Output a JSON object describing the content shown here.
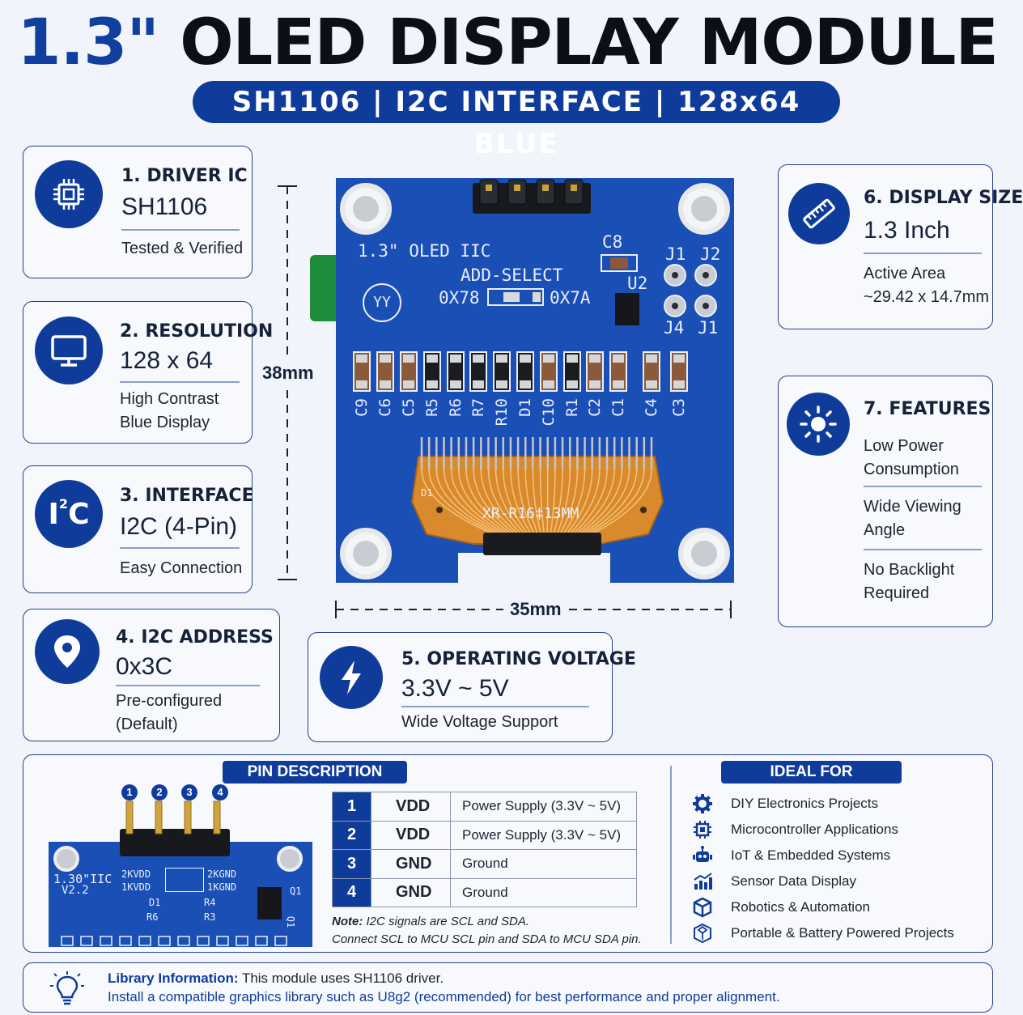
{
  "title": {
    "accent": "1.3\"",
    "main": "OLED DISPLAY MODULE"
  },
  "subtitle": "SH1106 | I2C INTERFACE | 128x64 BLUE",
  "cards": {
    "driver": {
      "heading": "1. DRIVER IC",
      "value": "SH1106",
      "note": "Tested & Verified",
      "icon": "chip-icon"
    },
    "resolution": {
      "heading": "2. RESOLUTION",
      "value": "128 x 64",
      "note_line1": "High Contrast",
      "note_line2": "Blue Display",
      "icon": "monitor-icon"
    },
    "interface": {
      "heading": "3. INTERFACE",
      "value": "I2C (4-Pin)",
      "note": "Easy Connection",
      "icon_text_main": "I",
      "icon_text_sup": "2",
      "icon_text_end": "C"
    },
    "address": {
      "heading": "4. I2C ADDRESS",
      "value": "0x3C",
      "note_line1": "Pre-configured",
      "note_line2": "(Default)",
      "icon": "location-pin-icon"
    },
    "voltage": {
      "heading": "5. OPERATING VOLTAGE",
      "value": "3.3V ~ 5V",
      "note": "Wide Voltage Support",
      "icon": "lightning-icon"
    },
    "display_size": {
      "heading": "6. DISPLAY SIZE",
      "value": "1.3 Inch",
      "note_line1": "Active Area",
      "note_line2": "~29.42 x 14.7mm",
      "icon": "ruler-icon"
    },
    "features": {
      "heading": "7. FEATURES",
      "icon": "sun-icon",
      "items": [
        {
          "line1": "Low Power",
          "line2": "Consumption"
        },
        {
          "line1": "Wide Viewing",
          "line2": "Angle"
        },
        {
          "line1": "No Backlight",
          "line2": "Required"
        }
      ]
    }
  },
  "module": {
    "height_label": "38mm",
    "width_label": "35mm",
    "silk": {
      "name": "1.3\" OLED IIC",
      "add_select": "ADD-SELECT",
      "addr_left": "0X78",
      "addr_right": "0X7A",
      "logo": "YY",
      "c8": "C8",
      "u2": "U2",
      "j1_top": "J1",
      "j2": "J2",
      "j4": "J4",
      "j1_bottom": "J1",
      "fpc": "XR-R16‡13MM",
      "fpc_left": "D1",
      "components": [
        "C9",
        "C6",
        "C5",
        "R5",
        "R6",
        "R7",
        "R10",
        "D1",
        "C10",
        "R1",
        "C2",
        "C1",
        "C4",
        "C3"
      ]
    }
  },
  "pin_description": {
    "heading": "PIN DESCRIPTION",
    "pin_numbers": [
      "1",
      "2",
      "3",
      "4"
    ],
    "board_silk": {
      "name": "1.30\"IIC",
      "version": "V2.2",
      "row1_left": "2KVDD",
      "row1_right": "2KGND",
      "row2_left": "1KVDD",
      "row2_right": "1KGND",
      "d1": "D1",
      "r4": "R4",
      "r6": "R6",
      "r3": "R3",
      "q1": "Q1",
      "q1_flip": "Q1"
    },
    "rows": [
      {
        "num": "1",
        "name": "VDD",
        "desc": "Power Supply (3.3V ~ 5V)"
      },
      {
        "num": "2",
        "name": "VDD",
        "desc": "Power Supply (3.3V ~ 5V)"
      },
      {
        "num": "3",
        "name": "GND",
        "desc": "Ground"
      },
      {
        "num": "4",
        "name": "GND",
        "desc": "Ground"
      }
    ],
    "note_label": "Note:",
    "note_line1": "I2C signals are SCL and SDA.",
    "note_line2": "Connect SCL to MCU SCL pin and SDA to MCU SDA pin."
  },
  "ideal_for": {
    "heading": "IDEAL FOR",
    "items": [
      {
        "label": "DIY Electronics Projects",
        "icon": "gear-icon"
      },
      {
        "label": "Microcontroller Applications",
        "icon": "chip-icon"
      },
      {
        "label": "IoT & Embedded Systems",
        "icon": "robot-icon"
      },
      {
        "label": "Sensor Data Display",
        "icon": "chart-icon"
      },
      {
        "label": "Robotics & Automation",
        "icon": "cube-icon"
      },
      {
        "label": "Portable & Battery Powered Projects",
        "icon": "box-icon"
      }
    ]
  },
  "library": {
    "label": "Library Information:",
    "line1": "This module uses SH1106 driver.",
    "line2": "Install a compatible graphics library such as U8g2 (recommended) for best performance and proper alignment.",
    "icon": "lightbulb-icon"
  },
  "colors": {
    "brand": "#0f3c9a",
    "board": "#1a4fb6",
    "text": "#16213a",
    "background": "#f1f5fb"
  }
}
